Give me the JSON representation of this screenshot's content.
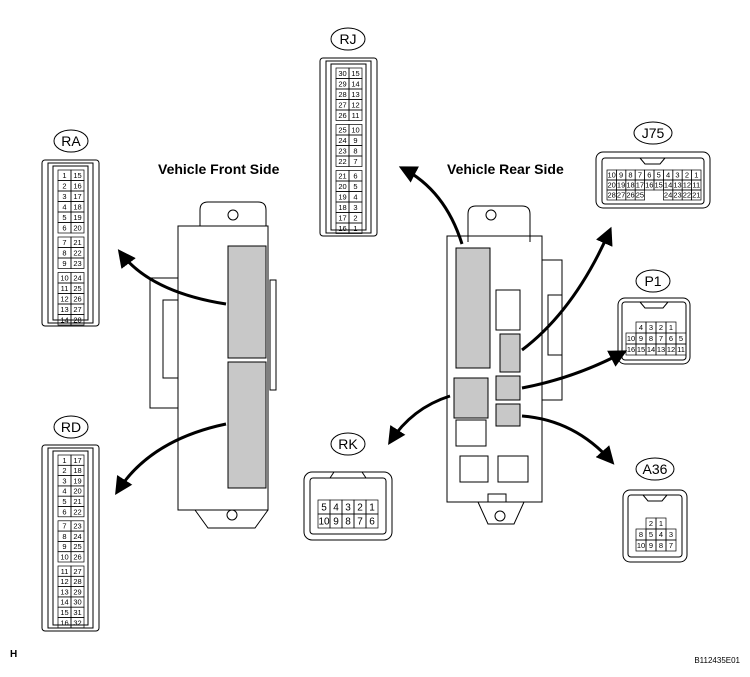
{
  "headings": {
    "front": "Vehicle Front Side",
    "rear": "Vehicle Rear Side"
  },
  "corner_letter": "H",
  "figure_code": "B112435E01",
  "connectors": {
    "RA": {
      "label": "RA",
      "rows": [
        [
          "1",
          "15"
        ],
        [
          "2",
          "16"
        ],
        [
          "3",
          "17"
        ],
        [
          "4",
          "18"
        ],
        [
          "5",
          "19"
        ],
        [
          "6",
          "20"
        ],
        [
          "7",
          "21"
        ],
        [
          "8",
          "22"
        ],
        [
          "9",
          "23"
        ],
        [
          "10",
          "24"
        ],
        [
          "11",
          "25"
        ],
        [
          "12",
          "26"
        ],
        [
          "13",
          "27"
        ],
        [
          "14",
          "28"
        ]
      ]
    },
    "RD": {
      "label": "RD",
      "rows": [
        [
          "1",
          "17"
        ],
        [
          "2",
          "18"
        ],
        [
          "3",
          "19"
        ],
        [
          "4",
          "20"
        ],
        [
          "5",
          "21"
        ],
        [
          "6",
          "22"
        ],
        [
          "7",
          "23"
        ],
        [
          "8",
          "24"
        ],
        [
          "9",
          "25"
        ],
        [
          "10",
          "26"
        ],
        [
          "11",
          "27"
        ],
        [
          "12",
          "28"
        ],
        [
          "13",
          "29"
        ],
        [
          "14",
          "30"
        ],
        [
          "15",
          "31"
        ],
        [
          "16",
          "32"
        ]
      ]
    },
    "RJ": {
      "label": "RJ",
      "rows": [
        [
          "30",
          "15"
        ],
        [
          "29",
          "14"
        ],
        [
          "28",
          "13"
        ],
        [
          "27",
          "12"
        ],
        [
          "26",
          "11"
        ],
        [
          "25",
          "10"
        ],
        [
          "24",
          "9"
        ],
        [
          "23",
          "8"
        ],
        [
          "22",
          "7"
        ],
        [
          "21",
          "6"
        ],
        [
          "20",
          "5"
        ],
        [
          "19",
          "4"
        ],
        [
          "18",
          "3"
        ],
        [
          "17",
          "2"
        ],
        [
          "16",
          "1"
        ]
      ]
    },
    "J75": {
      "label": "J75",
      "rows": [
        [
          "10",
          "9",
          "8",
          "7",
          "6",
          "5",
          "4",
          "3",
          "2",
          "1"
        ],
        [
          "20",
          "19",
          "18",
          "17",
          "16",
          "15",
          "14",
          "13",
          "12",
          "11"
        ],
        [
          "28",
          "27",
          "26",
          "25",
          "",
          "",
          "24",
          "23",
          "22",
          "21"
        ]
      ]
    },
    "P1": {
      "label": "P1",
      "rows": [
        [
          "4",
          "3",
          "2",
          "1"
        ],
        [
          "10",
          "9",
          "8",
          "7",
          "6",
          "5"
        ],
        [
          "16",
          "15",
          "14",
          "13",
          "12",
          "11"
        ]
      ]
    },
    "RK": {
      "label": "RK",
      "rows": [
        [
          "5",
          "4",
          "3",
          "2",
          "1"
        ],
        [
          "10",
          "9",
          "8",
          "7",
          "6"
        ]
      ]
    },
    "A36": {
      "label": "A36",
      "rows": [
        [
          "2",
          "1"
        ],
        [
          "8",
          "5",
          "4",
          "3"
        ],
        [
          "10",
          "9",
          "8",
          "7"
        ]
      ]
    }
  }
}
